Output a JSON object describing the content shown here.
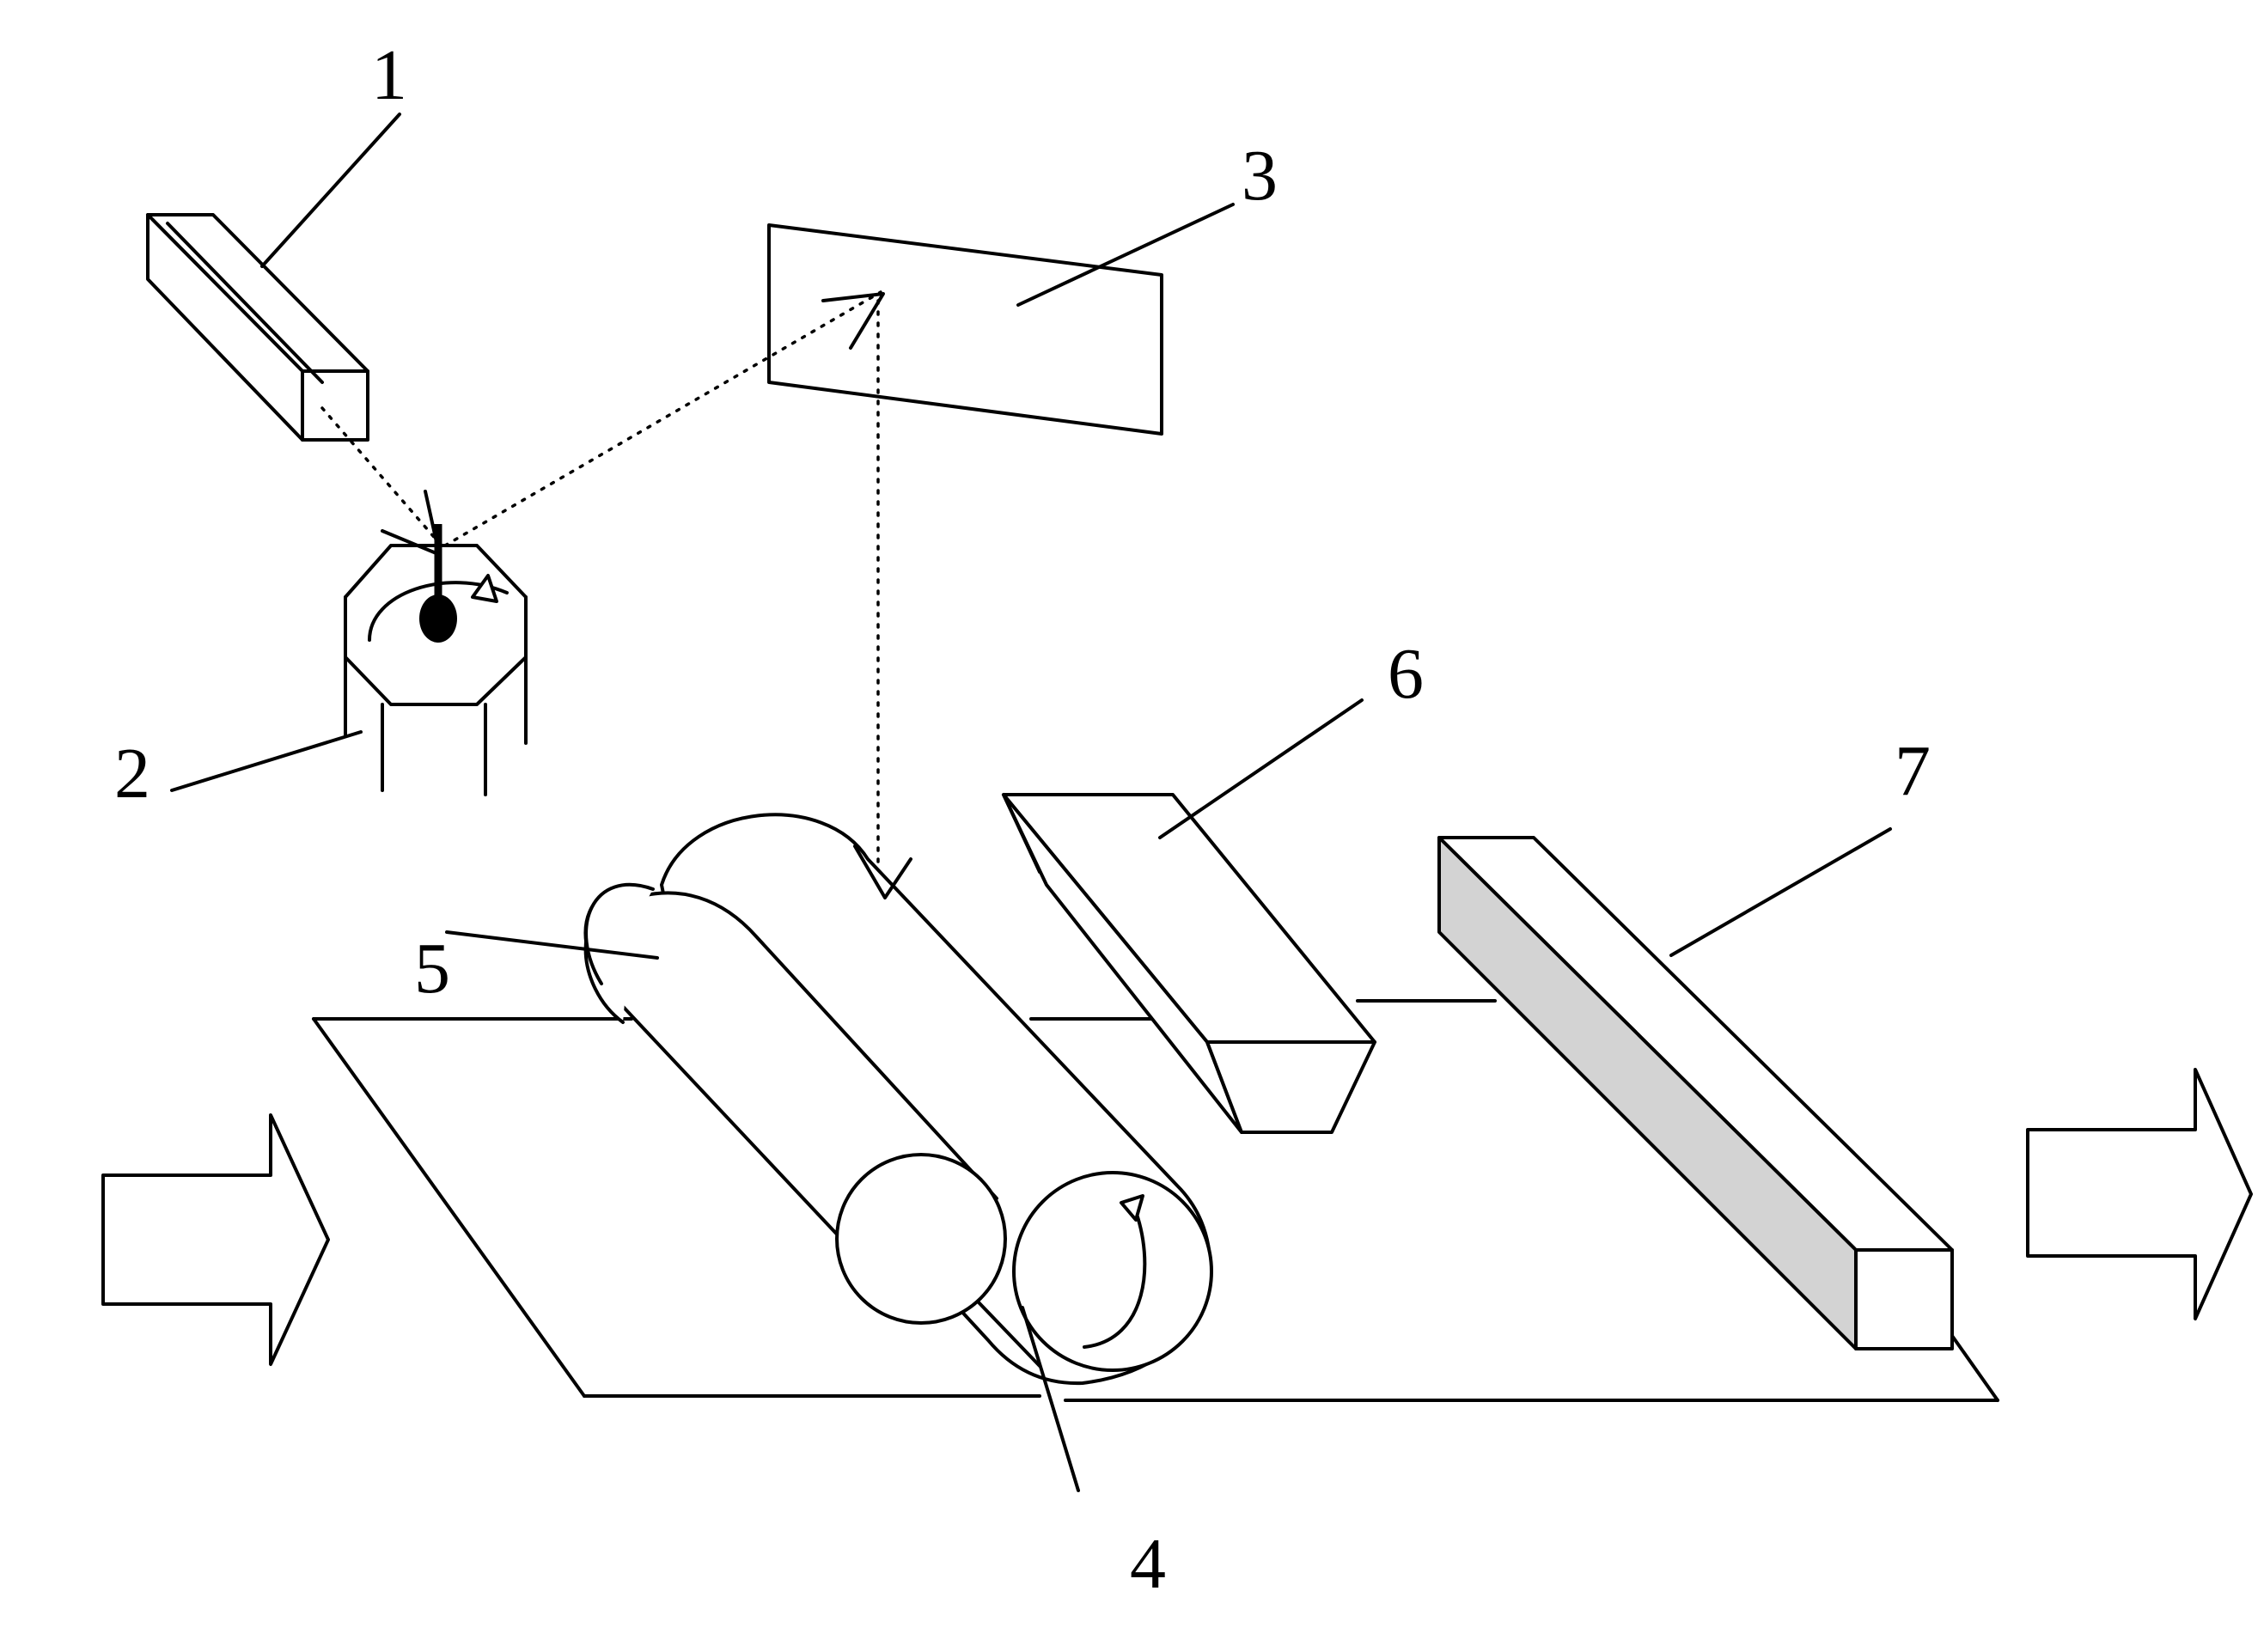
{
  "labels": {
    "n1": "1",
    "n2": "2",
    "n3": "3",
    "n4": "4",
    "n5": "5",
    "n6": "6",
    "n7": "7"
  },
  "colors": {
    "line": "#000000",
    "background": "#ffffff",
    "bar_face": "#d3d3d3"
  }
}
